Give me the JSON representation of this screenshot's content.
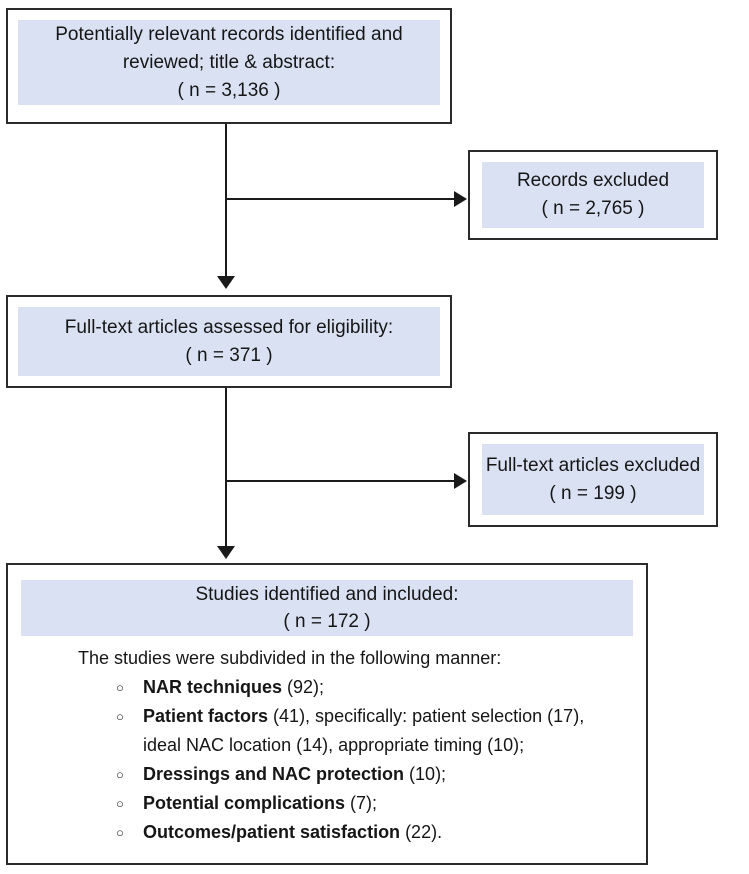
{
  "flowchart": {
    "colors": {
      "box_fill": "#d9e1f3",
      "box_border": "#2b2b2b",
      "line_color": "#1a1a1a",
      "text_color": "#161616"
    },
    "identification_box": {
      "line1": "Potentially relevant records identified and",
      "line2": "reviewed; title & abstract:",
      "count": "( n = 3,136 )"
    },
    "records_excluded_box": {
      "label": "Records excluded",
      "count": "( n = 2,765 )"
    },
    "eligibility_box": {
      "label": "Full-text articles assessed for eligibility:",
      "count": "( n = 371 )"
    },
    "fulltext_excluded_box": {
      "label": "Full-text articles excluded",
      "count": "( n = 199 )"
    },
    "included_box": {
      "header": "Studies identified and included:",
      "count": "( n = 172 )",
      "intro": "The studies were subdivided in the following manner:",
      "bullet_glyph": "○",
      "bullets": [
        {
          "bold": "NAR techniques",
          "rest": " (92);"
        },
        {
          "bold": "Patient factors",
          "rest": " (41), specifically: patient selection (17),",
          "line2": "ideal NAC location (14), appropriate timing (10);"
        },
        {
          "bold": "Dressings and NAC protection",
          "rest": " (10);"
        },
        {
          "bold": "Potential complications",
          "rest": " (7);"
        },
        {
          "bold": "Outcomes/patient satisfaction",
          "rest": " (22)."
        }
      ]
    }
  }
}
